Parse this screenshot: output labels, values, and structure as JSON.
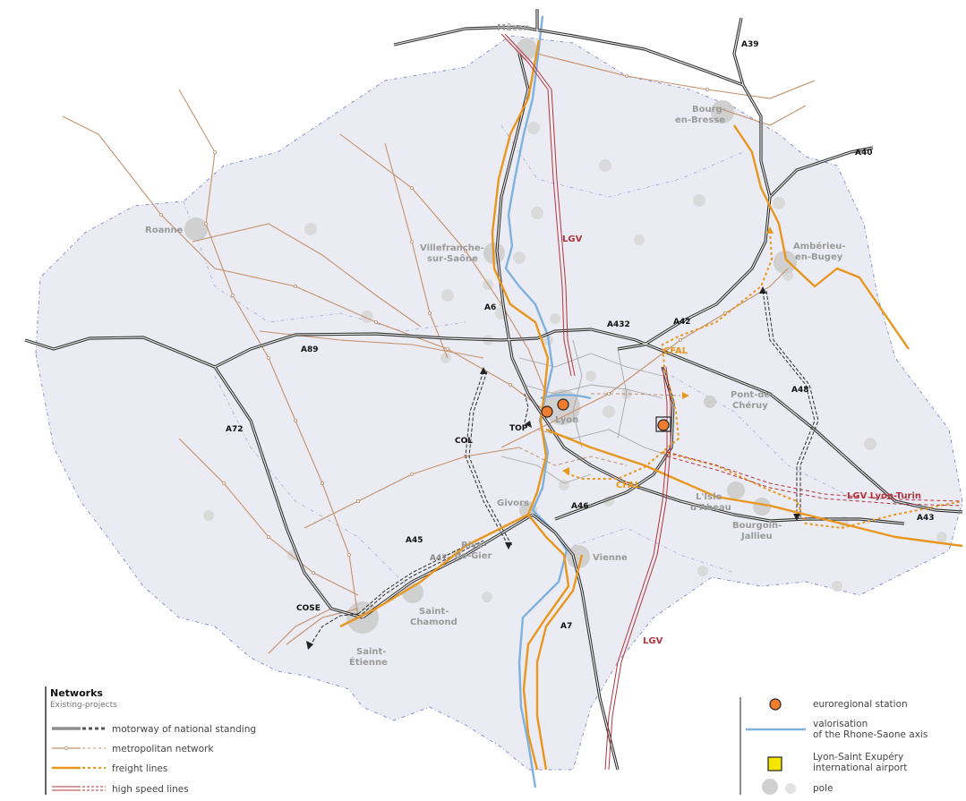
{
  "cities": {
    "macon": "Mâcon",
    "bourg1": "Bourg-",
    "bourg2": "en-Bresse",
    "roanne": "Roanne",
    "villefranche1": "Villefranche-",
    "villefranche2": "sur-Saône",
    "amberieu1": "Ambérieu-",
    "amberieu2": "en-Bugey",
    "pont1": "Pont-de-",
    "pont2": "Chéruy",
    "lyon": "Lyon",
    "givors": "Givors",
    "isle1": "L'Isle",
    "isle2": "d'Abeau",
    "bourgoin1": "Bourgoin-",
    "bourgoin2": "Jallieu",
    "rive1": "Rive-",
    "rive2": "de-Gier",
    "vienne": "Vienne",
    "chamond1": "Saint-",
    "chamond2": "Chamond",
    "etienne1": "Saint-",
    "etienne2": "Étienne"
  },
  "roads": {
    "a39": "A39",
    "a40": "A40",
    "a6": "A6",
    "a432": "A432",
    "a42": "A42",
    "a89": "A89",
    "a72": "A72",
    "a48": "A48",
    "a46": "A46",
    "a45": "A45",
    "a47": "A47",
    "a43": "A43",
    "a7": "A7"
  },
  "projects": {
    "top": "TOP",
    "col": "COL",
    "cose": "COSE",
    "cfal_north": "CFAL",
    "cfal_south": "CFAL",
    "lgv_north": "LGV",
    "lgv_south": "LGV",
    "lgv_lyon_turin": "LGV Lyon-Turin"
  },
  "legend_networks": {
    "title": "Networks",
    "subtitle": "Existing-projects",
    "items": [
      {
        "label": "motorway of national standing",
        "color": "#555555"
      },
      {
        "label": "metropolitan network",
        "color": "#c4916c"
      },
      {
        "label": "freight lines",
        "color": "#e8961e"
      },
      {
        "label": "high speed lines",
        "color": "#b3343c"
      }
    ]
  },
  "legend_symbols": {
    "items": [
      {
        "label": "euroregional station"
      },
      {
        "label": "valorisation",
        "label2": "of the Rhone-Saone axis"
      },
      {
        "label": "Lyon-Saint Exupéry",
        "label2": "international airport"
      },
      {
        "label": "pole"
      }
    ]
  },
  "colors": {
    "region_fill": "#ebebf3",
    "boundary": "#8a8fd0",
    "motorway": "#333333",
    "metro": "#c4916c",
    "freight": "#e8961e",
    "hsl": "#b3343c",
    "river": "#7fb1de",
    "pole": "#d4d4d4",
    "station": "#ee7d2e",
    "airport": "#f3e600"
  }
}
